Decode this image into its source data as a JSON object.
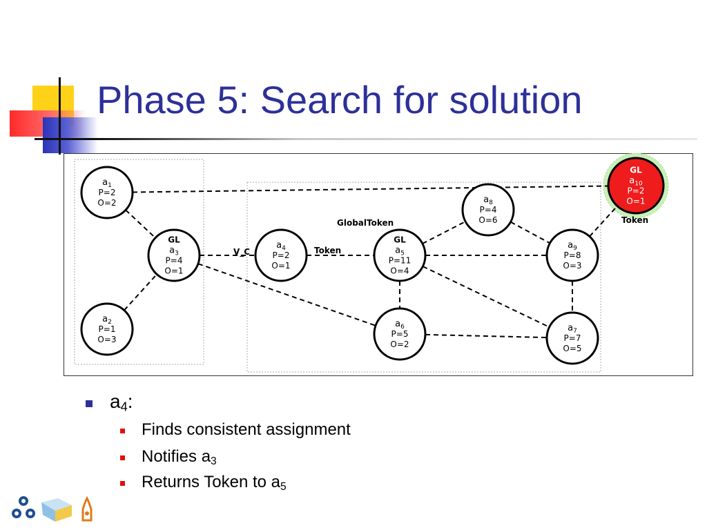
{
  "slide": {
    "title": "Phase 5: Search for solution"
  },
  "diagram": {
    "labels": {
      "v_c": "V_C",
      "token_a4_a5": "Token",
      "global_token": "GlobalToken",
      "token_a10": "Token"
    },
    "nodes": [
      {
        "id": "a1",
        "gl": "",
        "agent": "a",
        "sub": "1",
        "p": "P=2",
        "o": "O=2"
      },
      {
        "id": "a2",
        "gl": "",
        "agent": "a",
        "sub": "2",
        "p": "P=1",
        "o": "O=3"
      },
      {
        "id": "a3",
        "gl": "GL",
        "agent": "a",
        "sub": "3",
        "p": "P=4",
        "o": "O=1"
      },
      {
        "id": "a4",
        "gl": "",
        "agent": "a",
        "sub": "4",
        "p": "P=2",
        "o": "O=1"
      },
      {
        "id": "a5",
        "gl": "GL",
        "agent": "a",
        "sub": "5",
        "p": "P=11",
        "o": "O=4"
      },
      {
        "id": "a6",
        "gl": "",
        "agent": "a",
        "sub": "6",
        "p": "P=5",
        "o": "O=2"
      },
      {
        "id": "a7",
        "gl": "",
        "agent": "a",
        "sub": "7",
        "p": "P=7",
        "o": "O=5"
      },
      {
        "id": "a8",
        "gl": "",
        "agent": "a",
        "sub": "8",
        "p": "P=4",
        "o": "O=6"
      },
      {
        "id": "a9",
        "gl": "",
        "agent": "a",
        "sub": "9",
        "p": "P=8",
        "o": "O=3"
      },
      {
        "id": "a10",
        "gl": "GL",
        "agent": "a",
        "sub": "10",
        "p": "P=2",
        "o": "O=1",
        "highlight": true
      }
    ],
    "edges": [
      [
        "a1",
        "a10"
      ],
      [
        "a1",
        "a3"
      ],
      [
        "a2",
        "a3"
      ],
      [
        "a3",
        "a4"
      ],
      [
        "a3",
        "a6"
      ],
      [
        "a4",
        "a5"
      ],
      [
        "a5",
        "a8"
      ],
      [
        "a5",
        "a9"
      ],
      [
        "a5",
        "a6"
      ],
      [
        "a5",
        "a7"
      ],
      [
        "a8",
        "a9"
      ],
      [
        "a9",
        "a10"
      ],
      [
        "a9",
        "a7"
      ],
      [
        "a6",
        "a7"
      ]
    ],
    "colors": {
      "node_fill": "#ffffff",
      "highlight_fill": "#ee1c1c",
      "highlight_halo": "#c8f0b8",
      "stroke": "#000000"
    }
  },
  "bullets": {
    "main": {
      "text": "a",
      "sub": "4",
      "suffix": ":"
    },
    "items": [
      {
        "text": "Finds consistent assignment",
        "sub": ""
      },
      {
        "text": "Notifies a",
        "sub": "3"
      },
      {
        "text": "Returns Token to a",
        "sub": "5"
      }
    ],
    "colors": {
      "main_marker": "#2d3099",
      "sub_marker": "#e01010"
    }
  },
  "theme": {
    "title_color": "#2d3099"
  }
}
